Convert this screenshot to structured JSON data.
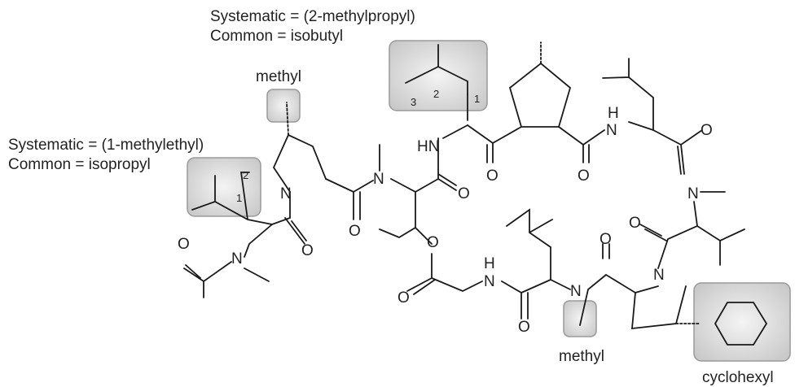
{
  "annotations": {
    "isobutyl_systematic": "Systematic = (2-methylpropyl)",
    "isobutyl_common": "Common = isobutyl",
    "isopropyl_systematic": "Systematic = (1-methylethyl)",
    "isopropyl_common": "Common = isopropyl",
    "methyl_top": "methyl",
    "methyl_bottom": "methyl",
    "cyclohexyl": "cyclohexyl"
  },
  "atoms": {
    "N": "N",
    "O": "O",
    "NH": "NH",
    "H": "H",
    "HN": "HN"
  },
  "numbering": {
    "isobutyl": [
      "3",
      "2",
      "1"
    ],
    "isopropyl": [
      "2",
      "1"
    ]
  },
  "colors": {
    "highlight_fill": "#d8d8d8",
    "highlight_stroke": "#9a9a9a",
    "bond": "#1a1a1a"
  }
}
